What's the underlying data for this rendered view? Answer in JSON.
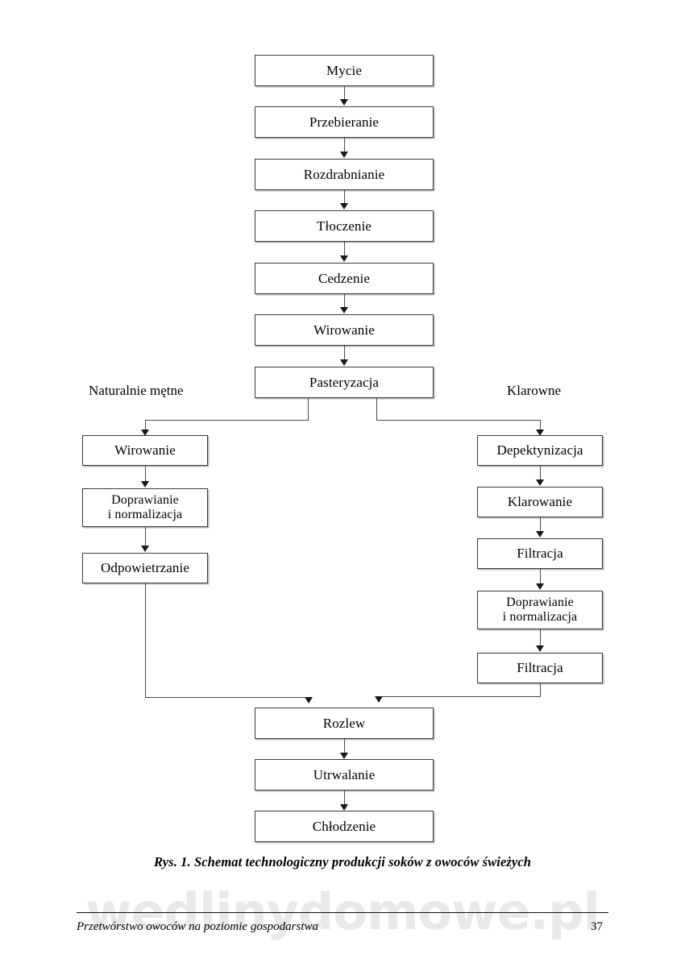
{
  "document": {
    "caption": "Rys. 1. Schemat technologiczny produkcji soków z owoców świeżych",
    "watermark": "wedlinydomowe.pl",
    "footer_text": "Przetwórstwo owoców na poziomie gospodarstwa",
    "page_number": "37"
  },
  "diagram": {
    "type": "flowchart",
    "orientation": "top-to-bottom",
    "branch_labels": {
      "left": "Naturalnie mętne",
      "right": "Klarowne"
    },
    "main_stem": [
      {
        "id": "mycie",
        "label": "Mycie"
      },
      {
        "id": "przebieranie",
        "label": "Przebieranie"
      },
      {
        "id": "rozdrabnianie",
        "label": "Rozdrabnianie"
      },
      {
        "id": "tloczenie",
        "label": "Tłoczenie"
      },
      {
        "id": "cedzenie",
        "label": "Cedzenie"
      },
      {
        "id": "wirowanie",
        "label": "Wirowanie"
      },
      {
        "id": "pasteryzacja",
        "label": "Pasteryzacja"
      }
    ],
    "left_branch": [
      {
        "id": "l-wirowanie",
        "label": "Wirowanie"
      },
      {
        "id": "l-doprawianie",
        "label": "Doprawianie\ni normalizacja"
      },
      {
        "id": "l-odpowietrzanie",
        "label": "Odpowietrzanie"
      }
    ],
    "right_branch": [
      {
        "id": "r-depektynizacja",
        "label": "Depektynizacja"
      },
      {
        "id": "r-klarowanie",
        "label": "Klarowanie"
      },
      {
        "id": "r-filtracja-1",
        "label": "Filtracja"
      },
      {
        "id": "r-doprawianie",
        "label": "Doprawianie\ni normalizacja"
      },
      {
        "id": "r-filtracja-2",
        "label": "Filtracja"
      }
    ],
    "merge_stem": [
      {
        "id": "rozlew",
        "label": "Rozlew"
      },
      {
        "id": "utrwalanie",
        "label": "Utrwalanie"
      },
      {
        "id": "chlodzenie",
        "label": "Chłodzenie"
      }
    ],
    "colors": {
      "box_border": "#3a3a3a",
      "box_fill": "#ffffff",
      "connector": "#4a4a4a",
      "text": "#000000",
      "watermark": "#e9e9e9"
    }
  }
}
